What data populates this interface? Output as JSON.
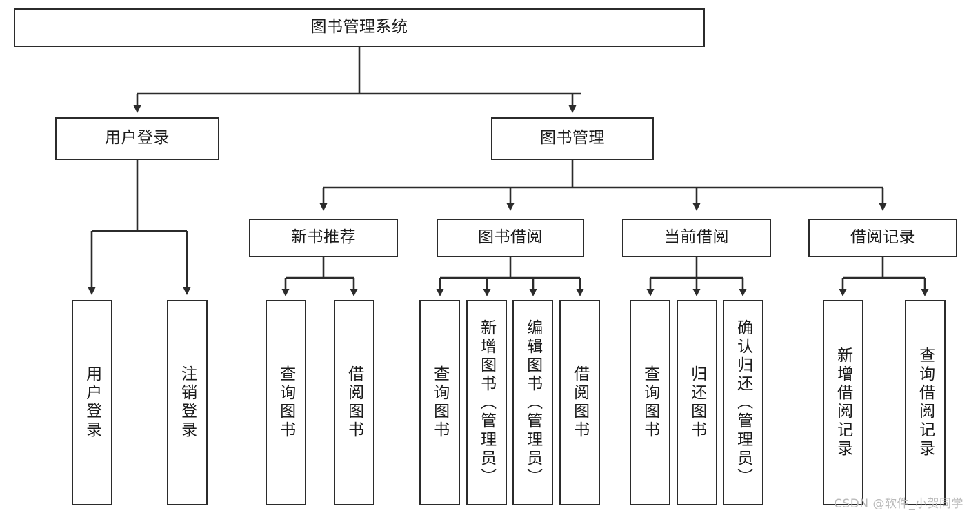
{
  "diagram": {
    "type": "tree-hierarchy-chart",
    "title": "图书管理系统",
    "background_color": "#ffffff",
    "stroke_color": "#2b2b2b",
    "text_color": "#1b1b1b"
  },
  "root": {
    "label": "图书管理系统"
  },
  "level2": [
    {
      "label": "用户登录"
    },
    {
      "label": "图书管理"
    }
  ],
  "level3": [
    {
      "label": "新书推荐"
    },
    {
      "label": "图书借阅"
    },
    {
      "label": "当前借阅"
    },
    {
      "label": "借阅记录"
    }
  ],
  "leaves": {
    "user_login": [
      {
        "label": "用户登录"
      },
      {
        "label": "注销登录"
      }
    ],
    "new_book_recommend": [
      {
        "label": "查询图书"
      },
      {
        "label": "借阅图书"
      }
    ],
    "book_borrow": [
      {
        "label": "查询图书"
      },
      {
        "label": "新增图书（管理员）"
      },
      {
        "label": "编辑图书（管理员）"
      },
      {
        "label": "借阅图书"
      }
    ],
    "current_borrow": [
      {
        "label": "查询图书"
      },
      {
        "label": "归还图书"
      },
      {
        "label": "确认归还（管理员）"
      }
    ],
    "borrow_record": [
      {
        "label": "新增借阅记录"
      },
      {
        "label": "查询借阅记录"
      }
    ]
  },
  "watermark": {
    "text": "CSDN @软件_小贺同学"
  }
}
